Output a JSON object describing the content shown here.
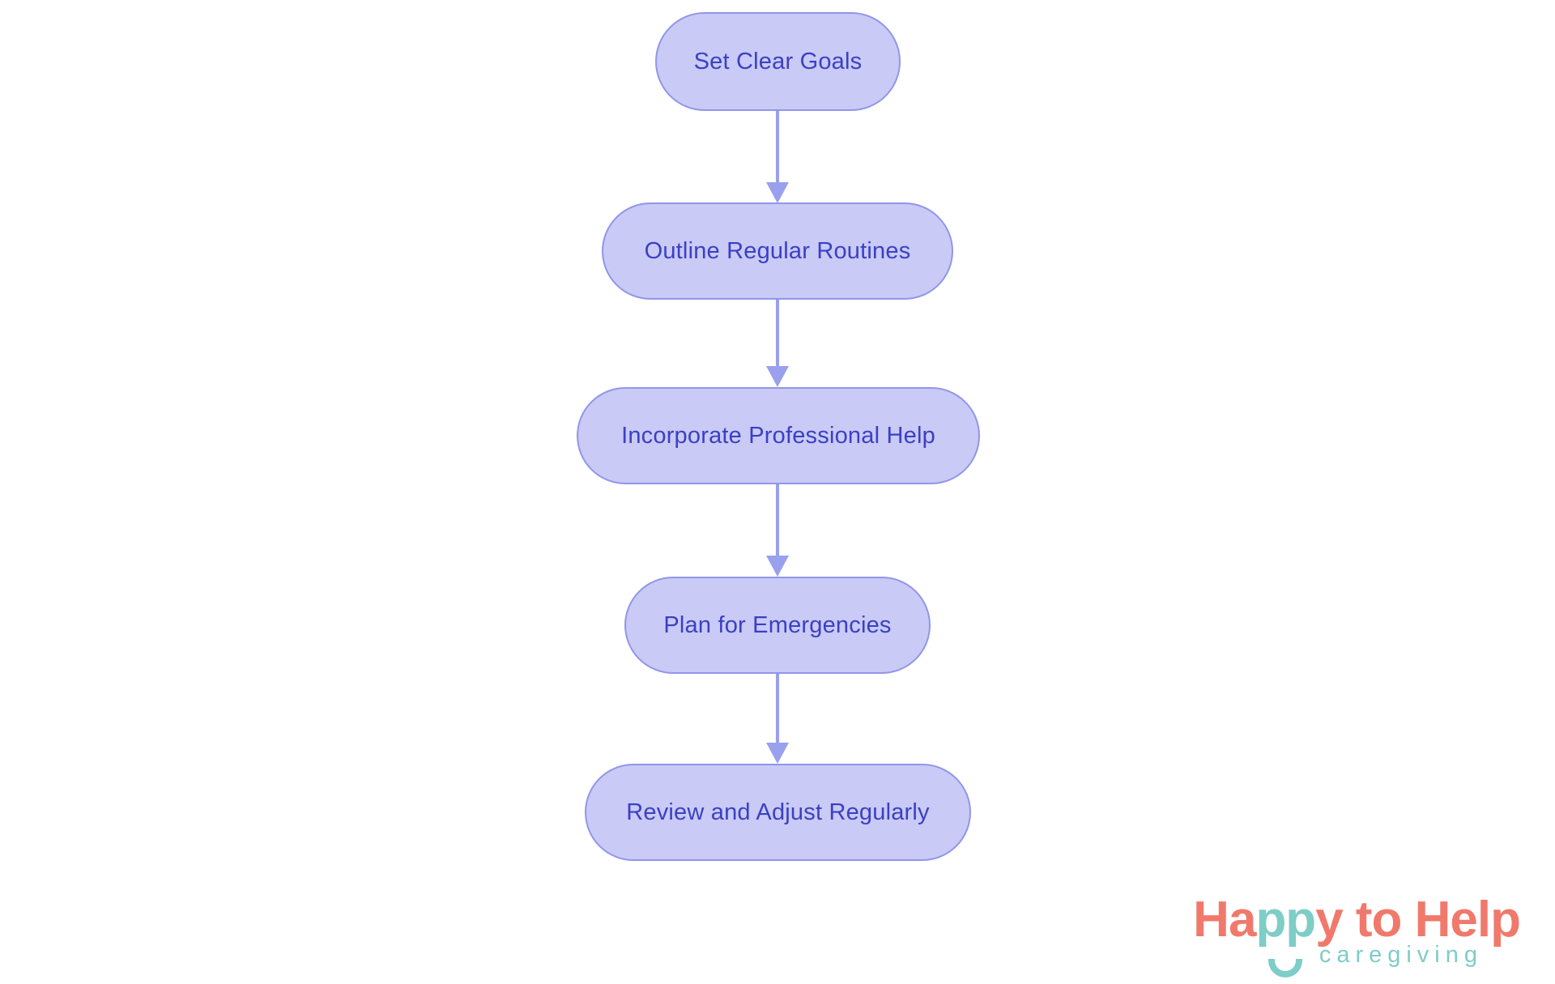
{
  "flowchart": {
    "type": "vertical-process-flow",
    "nodes": [
      {
        "label": "Set Clear Goals"
      },
      {
        "label": "Outline Regular Routines"
      },
      {
        "label": "Incorporate Professional Help"
      },
      {
        "label": "Plan for Emergencies"
      },
      {
        "label": "Review and Adjust Regularly"
      }
    ],
    "connections": [
      {
        "from": "Set Clear Goals",
        "to": "Outline Regular Routines"
      },
      {
        "from": "Outline Regular Routines",
        "to": "Incorporate Professional Help"
      },
      {
        "from": "Incorporate Professional Help",
        "to": "Plan for Emergencies"
      },
      {
        "from": "Plan for Emergencies",
        "to": "Review and Adjust Regularly"
      }
    ],
    "colors": {
      "node_fill": "#C9CAF6",
      "node_border": "#9196E8",
      "node_text": "#3B40C3",
      "arrow": "#99A0ED",
      "background": "#FFFFFF"
    }
  },
  "logo": {
    "wordmark": [
      {
        "text": "Ha",
        "color": "#F0796B"
      },
      {
        "text": "pp",
        "color": "#7ECDC7"
      },
      {
        "text": "y to Help",
        "color": "#F0796B"
      }
    ],
    "tagline": "caregiving",
    "colors": {
      "coral": "#F0796B",
      "teal": "#7ECDC7"
    }
  }
}
